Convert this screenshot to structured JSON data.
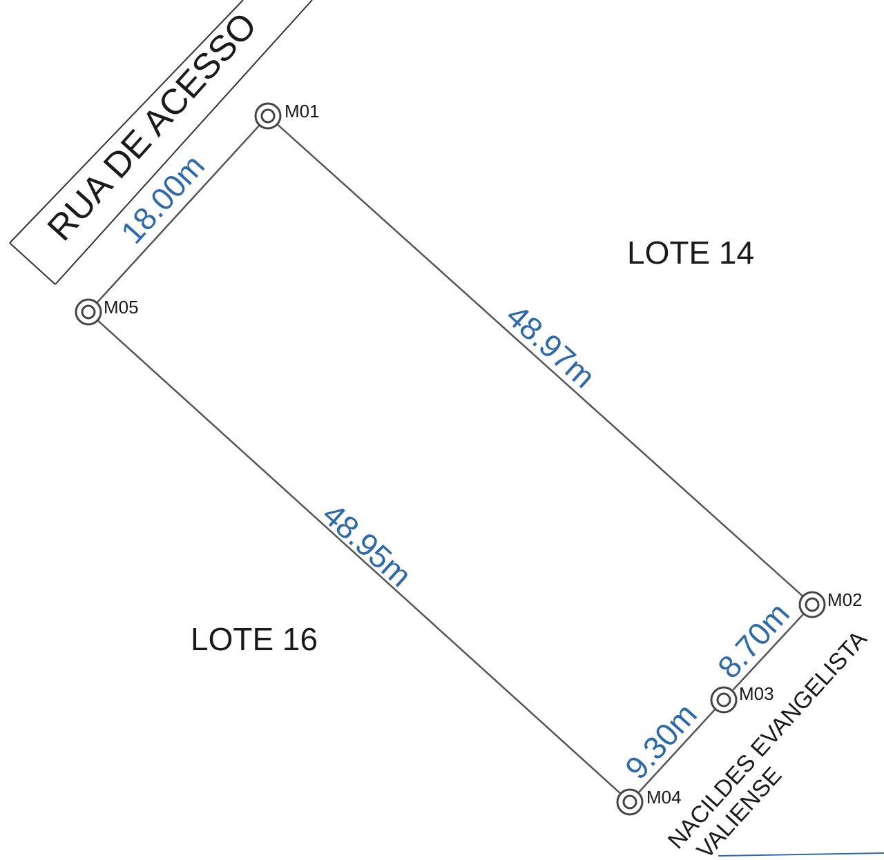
{
  "street_top": "RUA DE ACESSO",
  "street_bottom": {
    "line1": "NACILDES EVANGELISTA",
    "line2": "VALIENSE"
  },
  "lots": {
    "north_east": "LOTE 14",
    "south_west": "LOTE 16"
  },
  "markers": {
    "m01": "M01",
    "m02": "M02",
    "m03": "M03",
    "m04": "M04",
    "m05": "M05"
  },
  "dimensions": {
    "m05_m01": "18.00m",
    "m01_m02": "48.97m",
    "m02_m03": "8.70m",
    "m03_m04": "9.30m",
    "m04_m05": "48.95m"
  },
  "colors": {
    "dimension_text": "#2f6aa8",
    "boundary_line": "#555555",
    "text": "#1a1a1a"
  }
}
